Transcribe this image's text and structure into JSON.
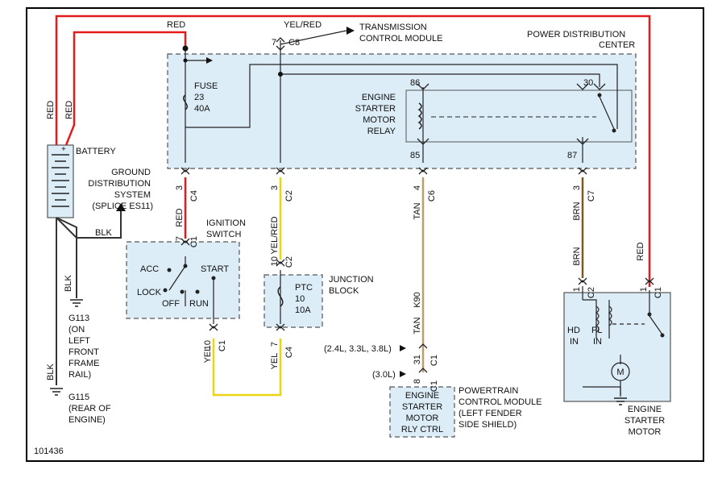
{
  "figure_id": "101436",
  "wire_colors": {
    "red": "RED",
    "yel_red": "YEL/RED",
    "yel": "YEL",
    "tan": "TAN",
    "brn": "BRN",
    "blk": "BLK"
  },
  "palette": {
    "red": "#e41b1b",
    "yellow": "#ecd414",
    "tan": "#b8a070",
    "brown": "#7a5a1e",
    "black": "#333333",
    "module_fill": "#dcedf8",
    "module_border": "#555555"
  },
  "components": {
    "battery": "BATTERY",
    "ground_distribution": [
      "GROUND",
      "DISTRIBUTION",
      "SYSTEM",
      "(SPLICE ES11)"
    ],
    "tcm": [
      "TRANSMISSION",
      "CONTROL MODULE"
    ],
    "pdc": [
      "POWER DISTRIBUTION",
      "CENTER"
    ],
    "fuse": [
      "FUSE",
      "23",
      "40A"
    ],
    "relay": [
      "ENGINE",
      "STARTER",
      "MOTOR",
      "RELAY"
    ],
    "ignition": [
      "IGNITION",
      "SWITCH"
    ],
    "ignition_positions": {
      "acc": "ACC",
      "start": "START",
      "lock": "LOCK",
      "off": "OFF",
      "run": "RUN"
    },
    "junction": [
      "JUNCTION",
      "BLOCK"
    ],
    "ptc": [
      "PTC",
      "10",
      "10A"
    ],
    "pcm": [
      "POWERTRAIN",
      "CONTROL MODULE",
      "(LEFT FENDER",
      "SIDE SHIELD)"
    ],
    "pcm_pin": [
      "ENGINE",
      "STARTER",
      "MOTOR",
      "RLY CTRL"
    ],
    "starter": [
      "ENGINE",
      "STARTER",
      "MOTOR"
    ],
    "starter_coils": {
      "hd": "HD",
      "hd_in": "IN",
      "pl": "PL",
      "pl_in": "IN",
      "motor": "M"
    },
    "g113": [
      "G113",
      "(ON",
      "LEFT",
      "FRONT",
      "FRAME",
      "RAIL)"
    ],
    "g115": [
      "G115",
      "(REAR OF",
      "ENGINE)"
    ],
    "engine_variants": {
      "a": "(2.4L, 3.3L, 3.8L)",
      "b": "(3.0L)"
    },
    "battery_plus": "+"
  },
  "connectors": {
    "c8_pin": "7",
    "c8": "C8",
    "c4_pin": "3",
    "c4": "C4",
    "c2_pin": "3",
    "c2": "C2",
    "c6_pin": "4",
    "c6": "C6",
    "c7_pin": "3",
    "c7": "C7",
    "ign_c1_pin": "7",
    "ign_c1": "C1",
    "jb_c2_pin": "10",
    "jb_c2": "C2",
    "jb_c4_pin": "7",
    "jb_c4": "C4",
    "ign_out_pin": "10",
    "ign_out": "C1",
    "pcm_c1a_pin": "31",
    "pcm_c1a": "C1",
    "pcm_c1b_pin": "8",
    "pcm_c1b": "C1",
    "st_c2_pin": "1",
    "st_c2": "C2",
    "st_c1_pin": "1",
    "st_c1": "C1",
    "relay_86": "86",
    "relay_85": "85",
    "relay_30": "30",
    "relay_87": "87"
  },
  "circuit_ids": {
    "k90": "K90"
  }
}
